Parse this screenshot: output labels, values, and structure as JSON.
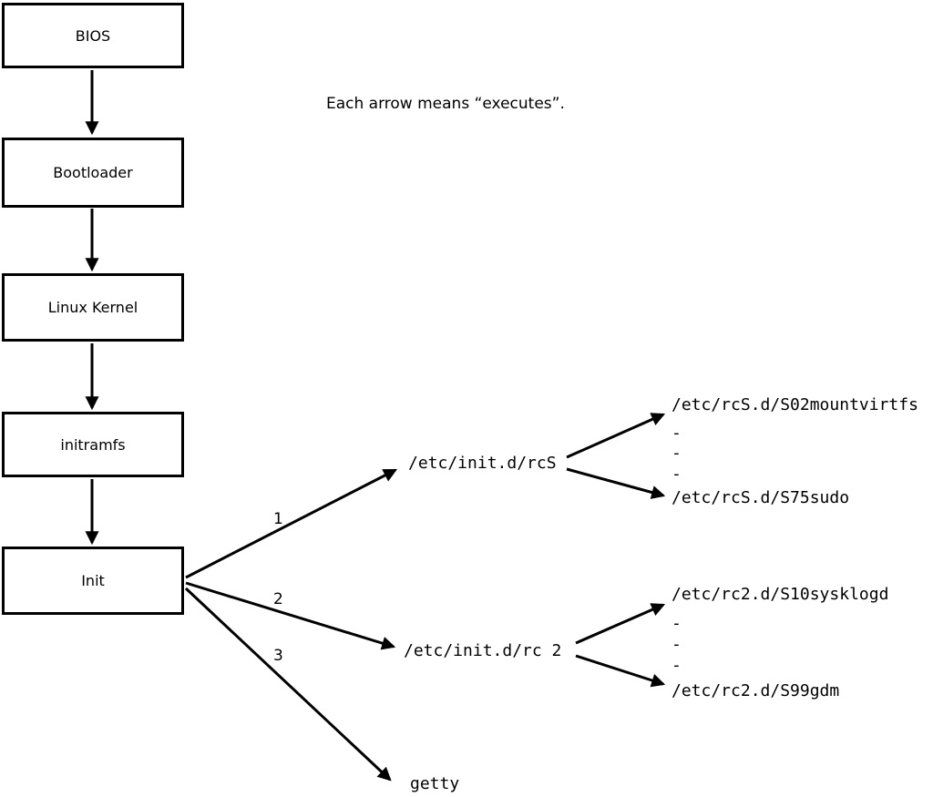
{
  "caption": "Each arrow means “executes”.",
  "chain": [
    {
      "label": "BIOS"
    },
    {
      "label": "Bootloader"
    },
    {
      "label": "Linux Kernel"
    },
    {
      "label": "initramfs"
    },
    {
      "label": "Init"
    }
  ],
  "fanout": {
    "one": {
      "number": "1",
      "target": "/etc/init.d/rcS"
    },
    "two": {
      "number": "2",
      "target": "/etc/init.d/rc 2"
    },
    "three": {
      "number": "3",
      "target": "getty"
    }
  },
  "rcs_children": [
    "/etc/rcS.d/S02mountvirtfs",
    "-",
    "-",
    "-",
    "/etc/rcS.d/S75sudo"
  ],
  "rc2_children": [
    "/etc/rc2.d/S10sysklogd",
    "-",
    "-",
    "-",
    "/etc/rc2.d/S99gdm"
  ]
}
